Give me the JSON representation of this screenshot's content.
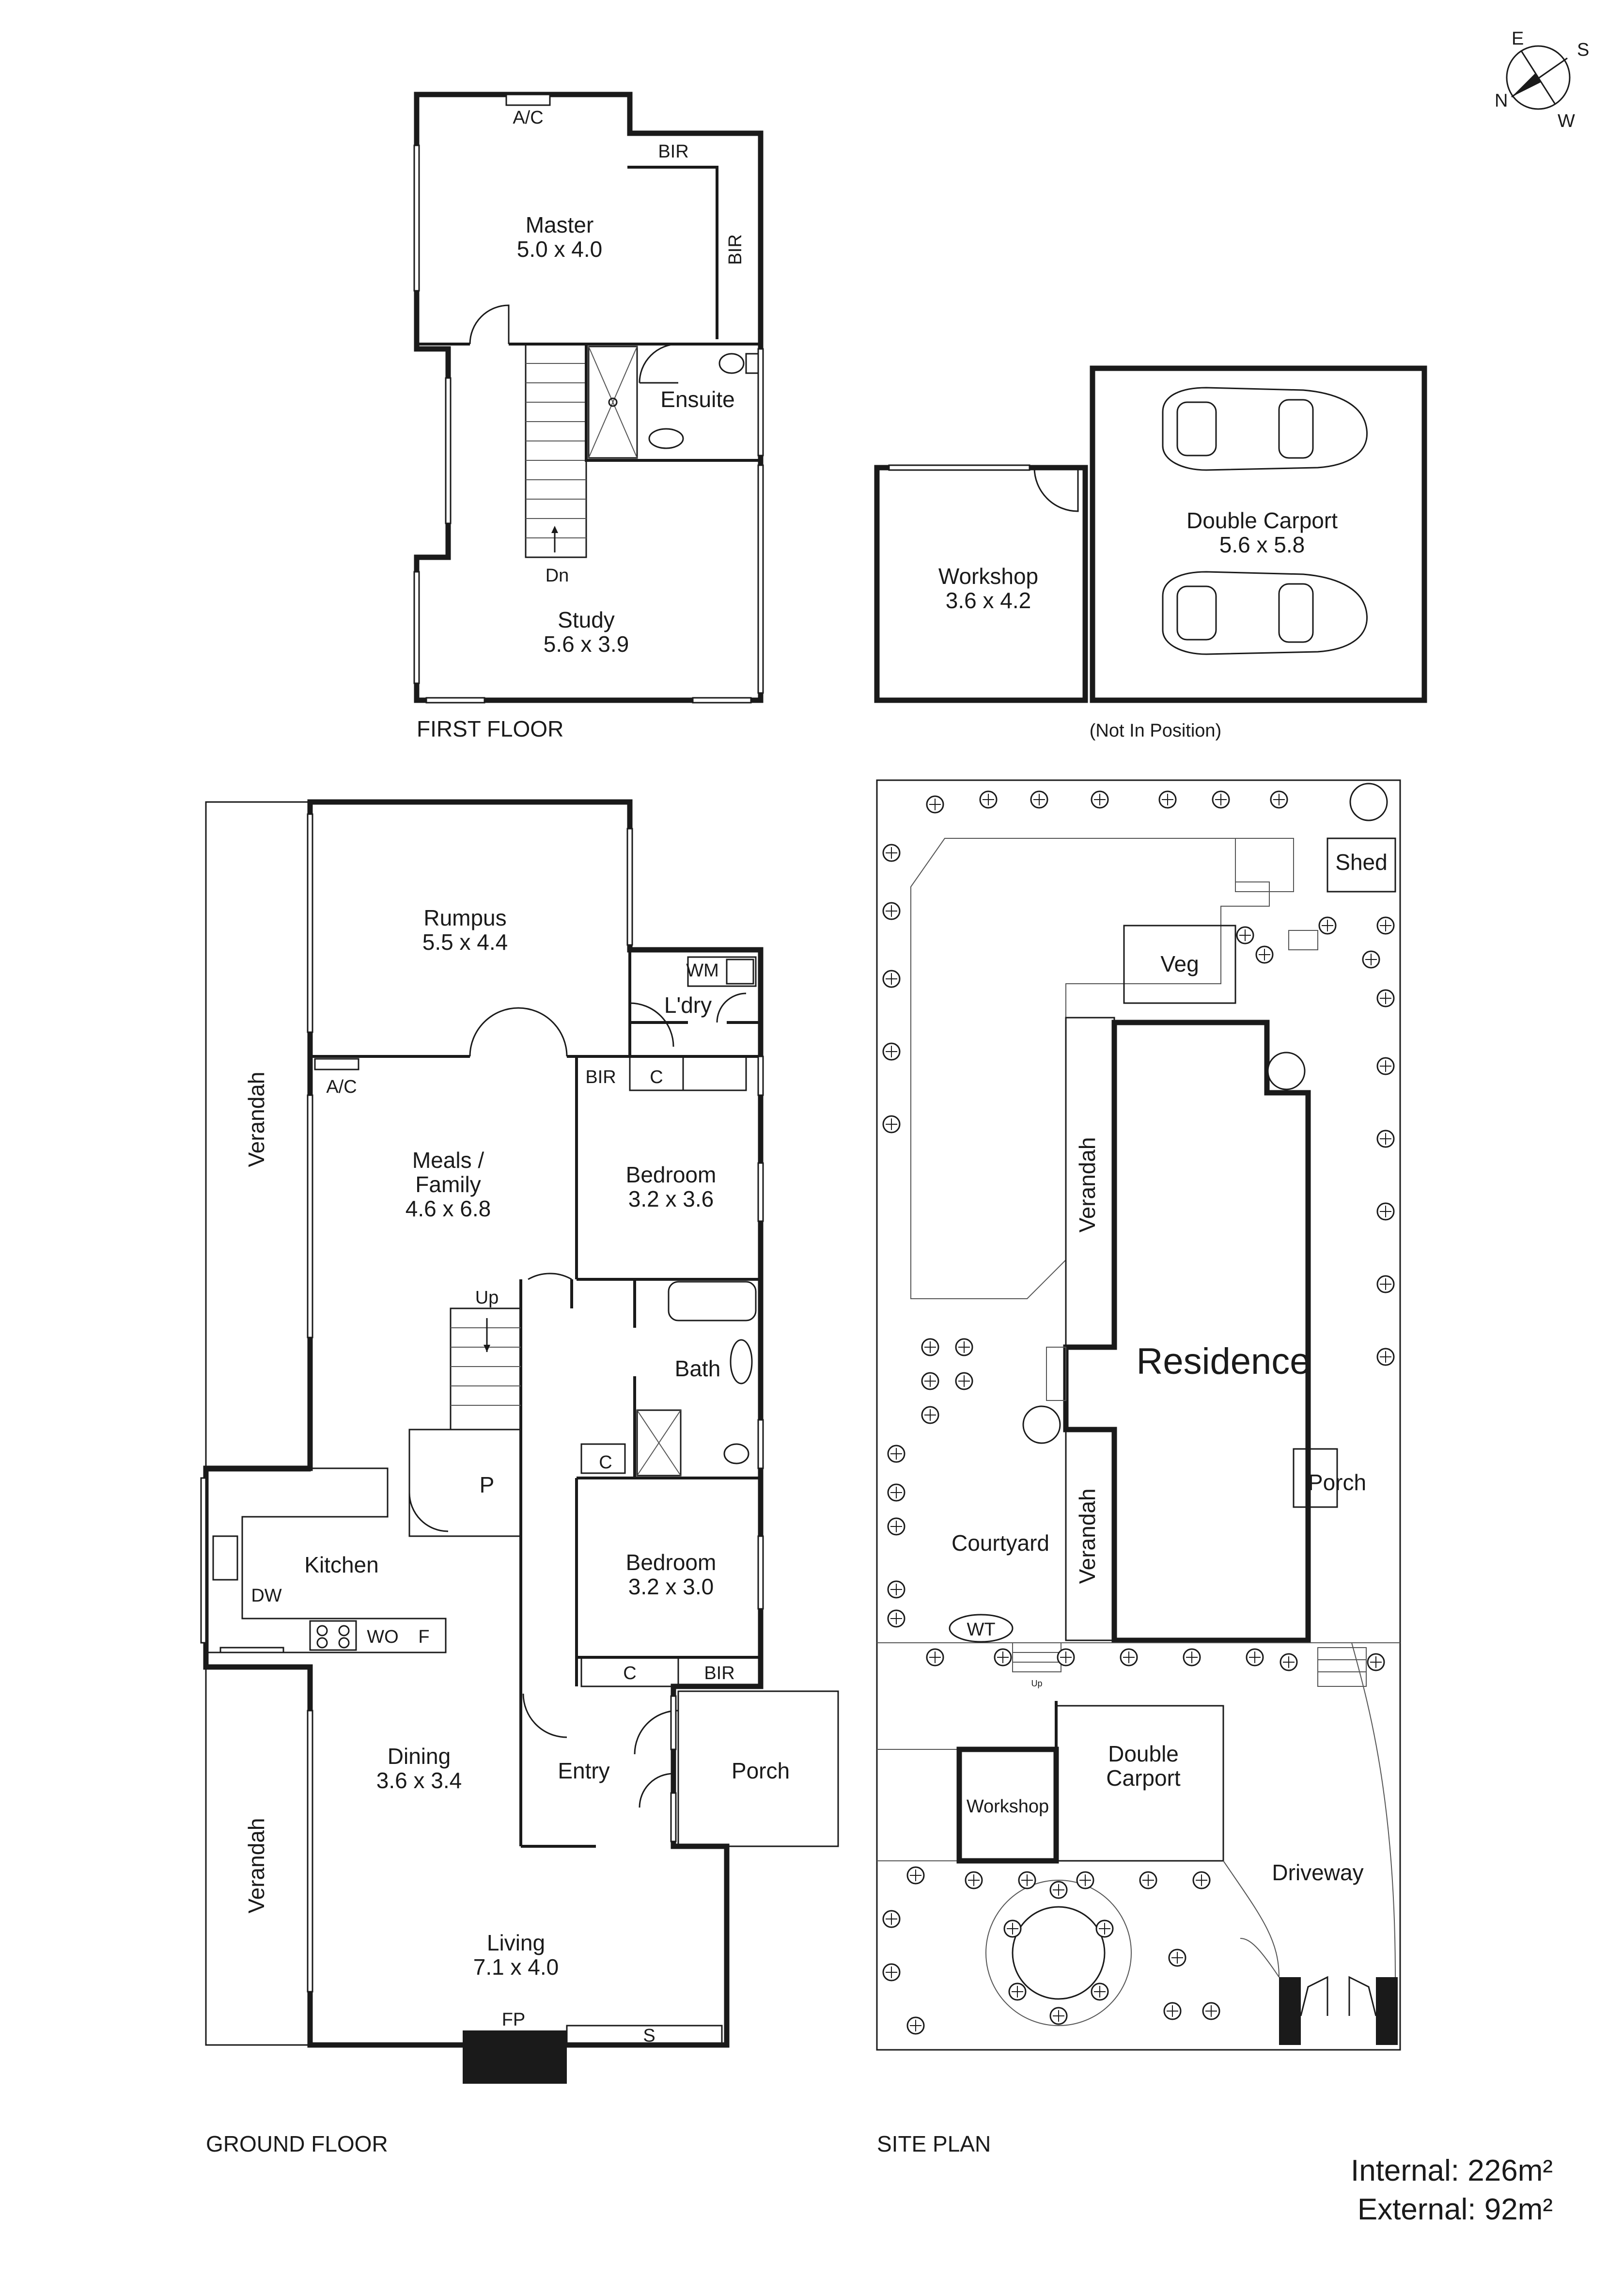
{
  "compass": {
    "n": "N",
    "e": "E",
    "s": "S",
    "w": "W"
  },
  "first_floor": {
    "title": "FIRST FLOOR",
    "rooms": {
      "master": {
        "name": "Master",
        "dims": "5.0 x 4.0"
      },
      "study": {
        "name": "Study",
        "dims": "5.6 x 3.9"
      },
      "ensuite": "Ensuite",
      "bir_top": "BIR",
      "bir_side": "BIR",
      "ac": "A/C",
      "dn": "Dn"
    }
  },
  "outbuildings": {
    "workshop": {
      "name": "Workshop",
      "dims": "3.6 x 4.2"
    },
    "carport": {
      "name": "Double Carport",
      "dims": "5.6 x 5.8"
    },
    "note": "(Not In Position)"
  },
  "ground_floor": {
    "title": "GROUND FLOOR",
    "rooms": {
      "rumpus": {
        "name": "Rumpus",
        "dims": "5.5 x 4.4"
      },
      "meals": {
        "name1": "Meals /",
        "name2": "Family",
        "dims": "4.6 x 6.8"
      },
      "bedroom1": {
        "name": "Bedroom",
        "dims": "3.2 x 3.6"
      },
      "bedroom2": {
        "name": "Bedroom",
        "dims": "3.2 x 3.0"
      },
      "dining": {
        "name": "Dining",
        "dims": "3.6 x 3.4"
      },
      "living": {
        "name": "Living",
        "dims": "7.1 x 4.0"
      },
      "kitchen": "Kitchen",
      "bath": "Bath",
      "laundry": "L'dry",
      "entry": "Entry",
      "porch": "Porch",
      "verandah_top": "Verandah",
      "verandah_bottom": "Verandah",
      "ac": "A/C",
      "wm": "WM",
      "bir1": "BIR",
      "c1": "C",
      "c2": "C",
      "c3": "C",
      "bir2": "BIR",
      "pantry": "P",
      "dw": "DW",
      "wo": "WO",
      "fridge": "F",
      "up": "Up",
      "fp": "FP",
      "s": "S"
    }
  },
  "site_plan": {
    "title": "SITE PLAN",
    "residence": "Residence",
    "shed": "Shed",
    "veg": "Veg",
    "verandah_top": "Verandah",
    "verandah_bottom": "Verandah",
    "porch": "Porch",
    "courtyard": "Courtyard",
    "wt": "WT",
    "workshop": "Workshop",
    "carport1": "Double",
    "carport2": "Carport",
    "driveway": "Driveway",
    "up": "Up"
  },
  "areas": {
    "internal": "Internal: 226m²",
    "external": "External: 92m²"
  }
}
